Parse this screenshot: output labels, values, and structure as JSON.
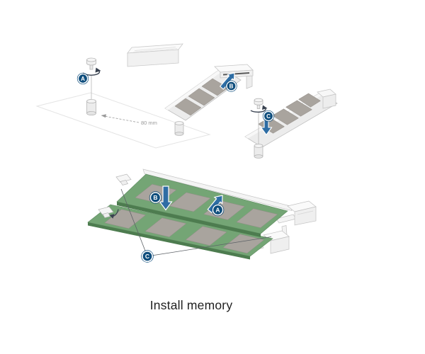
{
  "diagram": {
    "caption": "Install memory",
    "dimension_label": "80 mm",
    "callouts": {
      "a": "A",
      "b": "B",
      "c": "C"
    },
    "colors": {
      "badge": "#0f4e7d",
      "arrow": "#2e6da4",
      "rotation_arrow": "#394250",
      "pcb": "#74a575",
      "pcb_edge": "#4d7c4f",
      "chip": "#a9a49e"
    }
  }
}
